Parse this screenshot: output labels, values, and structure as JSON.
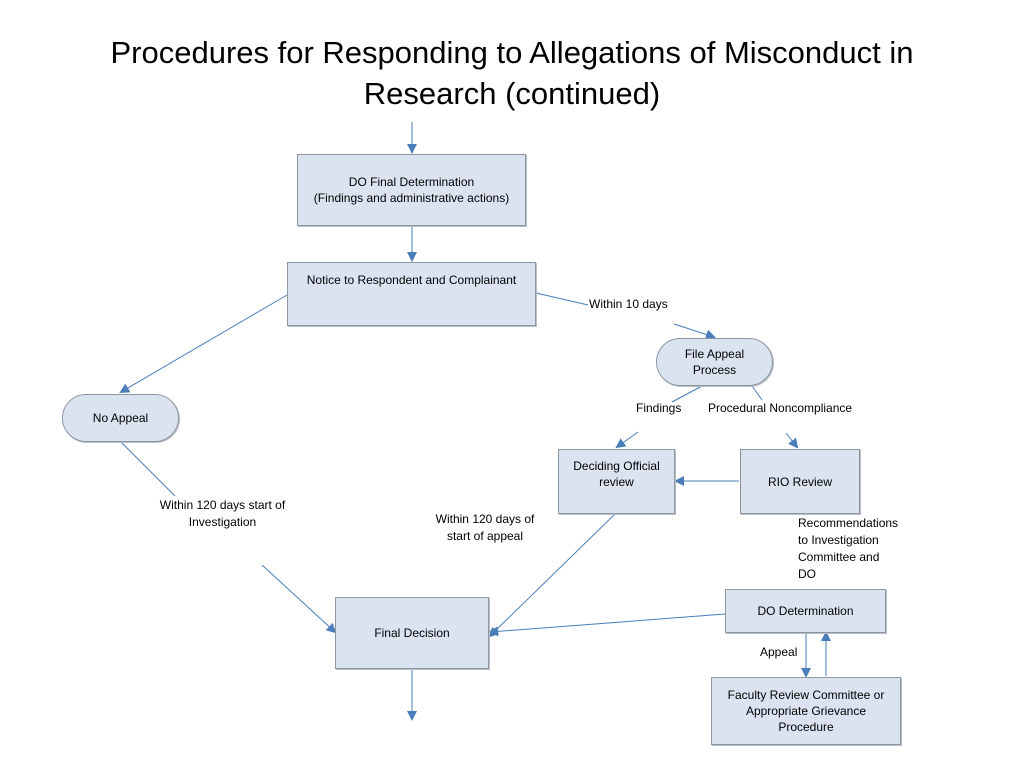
{
  "title": {
    "line1": "Procedures for Responding to Allegations of Misconduct in",
    "line2": "Research (continued)"
  },
  "colors": {
    "box_fill": "#dbe3f1",
    "box_border": "#8e96a3",
    "connector": "#4a7ebb"
  },
  "nodes": {
    "do_final": {
      "line1": "DO Final Determination",
      "line2": "(Findings and administrative actions)"
    },
    "notice": {
      "label": "Notice to Respondent and Complainant"
    },
    "no_appeal": {
      "label": "No Appeal"
    },
    "file_appeal": {
      "line1": "File Appeal",
      "line2": "Process"
    },
    "deciding": {
      "line1": "Deciding Official",
      "line2": "review"
    },
    "rio": {
      "label": "RIO Review"
    },
    "final_decision": {
      "label": "Final Decision"
    },
    "do_determination": {
      "label": "DO Determination"
    },
    "faculty": {
      "line1": "Faculty Review Committee or",
      "line2": "Appropriate Grievance",
      "line3": "Procedure"
    }
  },
  "labels": {
    "within_10": "Within 10 days",
    "findings": "Findings",
    "procedural": "Procedural Noncompliance",
    "within_120_inv": {
      "line1": "Within 120 days start of",
      "line2": "Investigation"
    },
    "within_120_appeal": {
      "line1": "Within 120 days of",
      "line2": "start of appeal"
    },
    "recommendations": {
      "line1": "Recommendations",
      "line2": "to Investigation",
      "line3": "Committee and",
      "line4": "DO"
    },
    "appeal": "Appeal"
  }
}
